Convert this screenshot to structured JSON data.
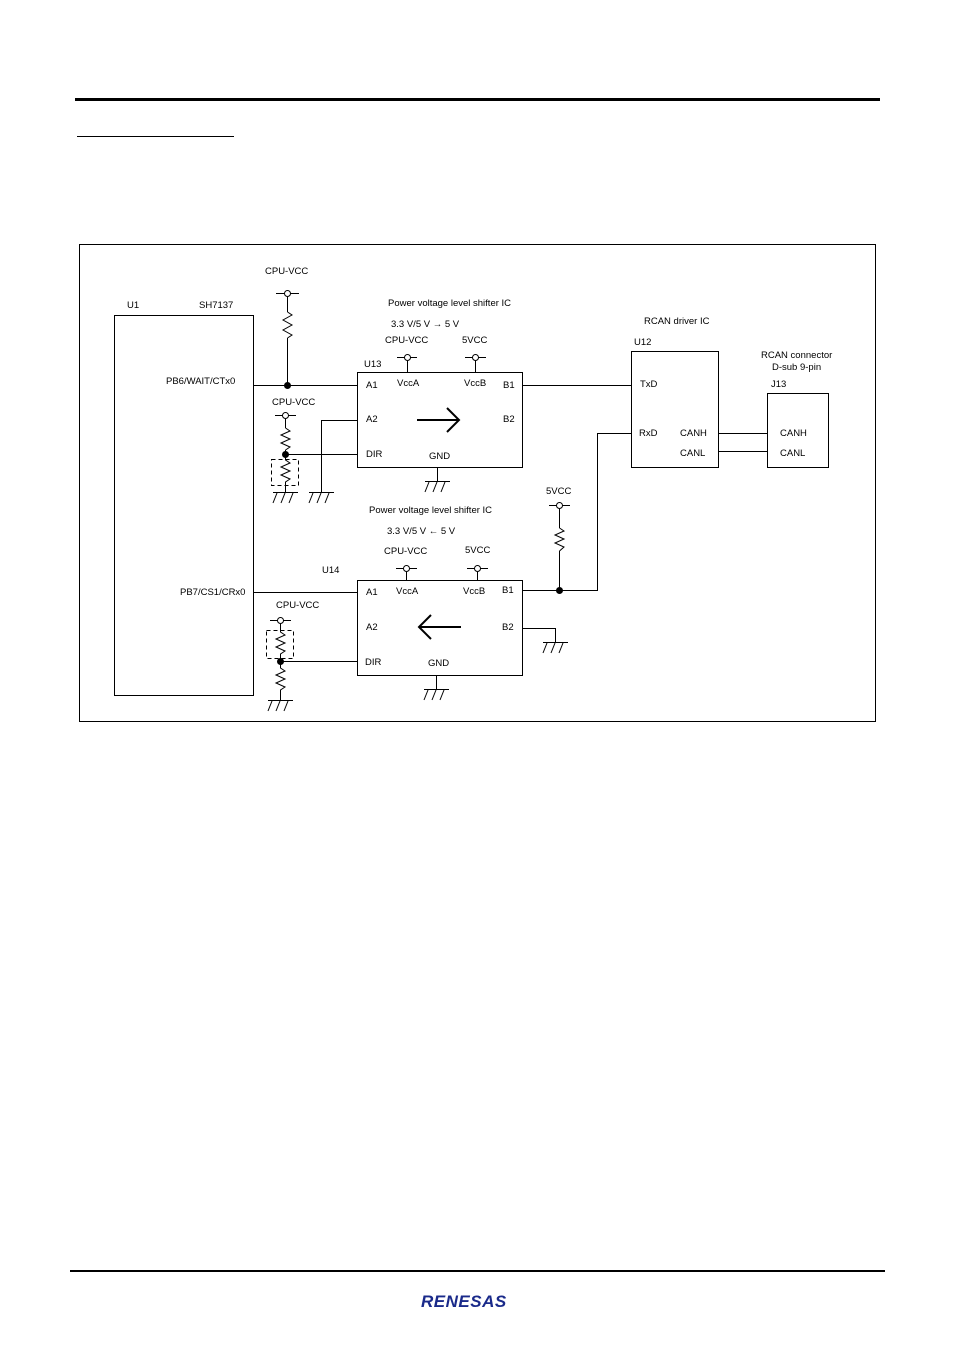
{
  "footer": {
    "brand": "RENESAS",
    "brand_color": "#1a2a8a"
  },
  "diagram": {
    "u1": {
      "ref": "U1",
      "part": "SH7137",
      "pin_tx": "PB6/WAIT/CTx0",
      "pin_rx": "PB7/CS1/CRx0"
    },
    "u13": {
      "ref": "U13",
      "title": "Power voltage level shifter IC",
      "direction": "3.3 V/5 V → 5 V",
      "vcc_a_label": "CPU-VCC",
      "vcc_b_label": "5VCC",
      "pins": {
        "a1": "A1",
        "a2": "A2",
        "dir": "DIR",
        "vcca": "VccA",
        "vccb": "VccB",
        "b1": "B1",
        "b2": "B2",
        "gnd": "GND"
      }
    },
    "u14": {
      "ref": "U14",
      "title": "Power voltage level shifter IC",
      "direction": "3.3 V/5 V ← 5 V",
      "vcc_a_label": "CPU-VCC",
      "vcc_b_label": "5VCC",
      "pins": {
        "a1": "A1",
        "a2": "A2",
        "dir": "DIR",
        "vcca": "VccA",
        "vccb": "VccB",
        "b1": "B1",
        "b2": "B2",
        "gnd": "GND"
      }
    },
    "u12": {
      "title": "RCAN driver IC",
      "ref": "U12",
      "txd": "TxD",
      "rxd": "RxD",
      "canh": "CANH",
      "canl": "CANL"
    },
    "j13": {
      "title_line1": "RCAN connector",
      "title_line2": "D-sub 9-pin",
      "ref": "J13",
      "canh": "CANH",
      "canl": "CANL"
    },
    "supplies": {
      "pullup_top": "CPU-VCC",
      "pullup_u13_dir": "CPU-VCC",
      "pullup_u14_dir": "CPU-VCC",
      "pullup_rxd": "5VCC"
    }
  }
}
